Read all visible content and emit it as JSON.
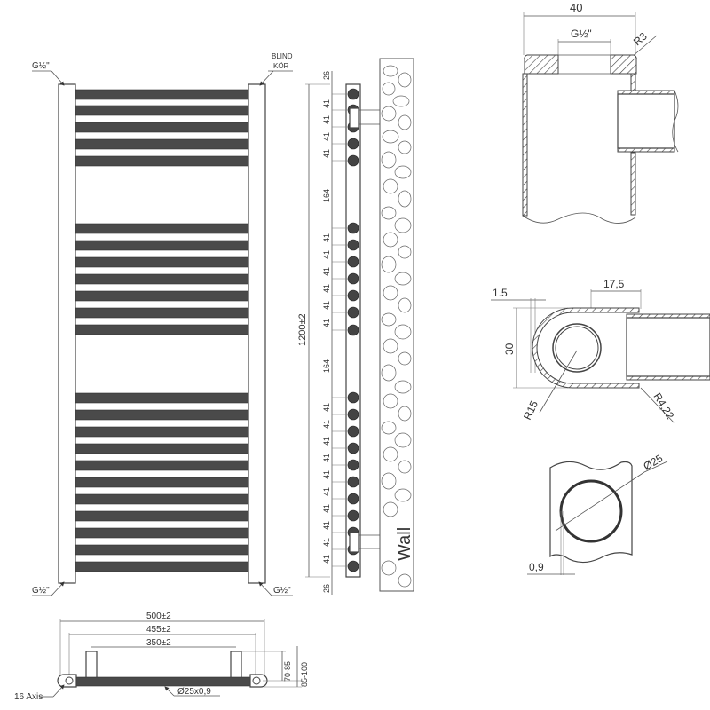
{
  "front_view": {
    "top_left_label": "G½\"",
    "top_right_label_line1": "BLIND",
    "top_right_label_line2": "KÖR",
    "bottom_left_label": "G½\"",
    "bottom_right_label": "G½\"",
    "bar_groups": [
      5,
      7,
      11
    ],
    "bar_color": "#4a4a4a"
  },
  "side_view": {
    "total_height_label": "1200±2",
    "top_margin_label": "26",
    "bottom_margin_label": "26",
    "gap_label_1": "164",
    "gap_label_2": "164",
    "spacing_label": "41",
    "wall_label": "Wall"
  },
  "bottom_view": {
    "width_outer": "500±2",
    "width_axis": "455±2",
    "width_brackets": "350±2",
    "depth_bracket": "70-85",
    "depth_total": "85-100",
    "axis_label": "16 Axis",
    "tube_label": "Ø25x0,9"
  },
  "detail_top": {
    "width_label": "40",
    "thread_label": "G½\"",
    "radius_label": "R3"
  },
  "detail_middle": {
    "wall_thickness_label": "1.5",
    "depth_label": "17,5",
    "height_label": "30",
    "radius_inner_label": "R15",
    "radius_outer_label": "R4,22"
  },
  "detail_bottom": {
    "diameter_label": "Ø25",
    "thickness_label": "0,9"
  }
}
